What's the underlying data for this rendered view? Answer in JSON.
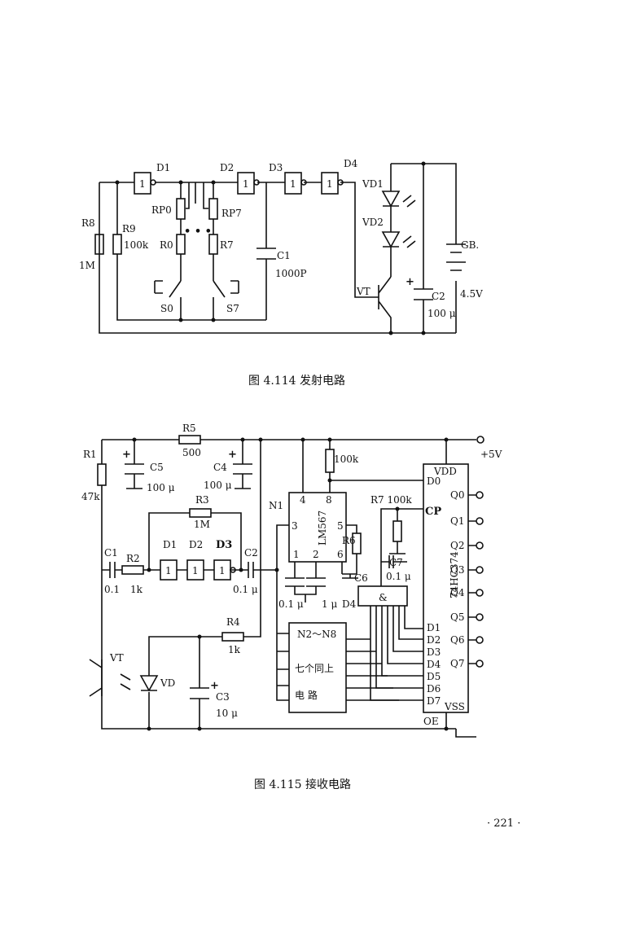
{
  "fig114": {
    "caption": "图 4.114  发射电路",
    "D1": "D1",
    "D2": "D2",
    "D3": "D3",
    "D4": "D4",
    "gate": "1",
    "RP0": "RP0",
    "RP7": "RP7",
    "dots": "• • •",
    "R8": "R8",
    "R8v": "1M",
    "R9": "R9",
    "R9v": "100k",
    "R0": "R0",
    "R7": "R7",
    "C1": "C1",
    "C1v": "1000P",
    "S0": "S0",
    "S7": "S7",
    "VD1": "VD1",
    "VD2": "VD2",
    "VT": "VT",
    "C2": "C2",
    "C2v": "100 μ",
    "plus": "+",
    "GB": "GB.",
    "GBv": "4.5V"
  },
  "fig115": {
    "caption": "图 4.115  接收电路",
    "R1": "R1",
    "R1v": "47k",
    "R5": "R5",
    "R5v": "500",
    "C5": "C5",
    "C5v": "100 μ",
    "C4": "C4",
    "C4v": "100 μ",
    "R100k": "100k",
    "vplus": "+5V",
    "N1": "N1",
    "lm": "LM567",
    "p4": "4",
    "p8": "8",
    "p3": "3",
    "p5": "5",
    "p1": "1",
    "p2": "2",
    "p6": "6",
    "R3": "R3",
    "R3v": "1M",
    "C1": "C1",
    "C1v": "0.1",
    "R2": "R2",
    "R2v": "1k",
    "D1": "D1",
    "D2": "D2",
    "D3": "D3",
    "gate": "1",
    "C2": "C2",
    "C2v": "0.1 μ",
    "R6": "R6",
    "R7": "R7 100k",
    "C7": "C7",
    "C7v": "0.1 μ",
    "C6": "C6",
    "cap01": "0.1 μ",
    "cap1": "1 μ",
    "D4": "D4",
    "and": "&",
    "R4": "R4",
    "R4v": "1k",
    "VT": "VT",
    "VD": "VD",
    "C3": "C3",
    "C3v": "10 μ",
    "N2": "N2～N8",
    "same1": "七个同上",
    "same2": "电      路",
    "chip": "74HC374",
    "VDD": "VDD",
    "VSS": "VSS",
    "OE": "OE",
    "CP": "CP",
    "Dpins": [
      "D0",
      "D1",
      "D2",
      "D3",
      "D4",
      "D5",
      "D6",
      "D7"
    ],
    "Qpins": [
      "Q0",
      "Q1",
      "Q2",
      "Q3",
      "Q4",
      "Q5",
      "Q6",
      "Q7"
    ]
  },
  "page_number": "· 221 ·"
}
